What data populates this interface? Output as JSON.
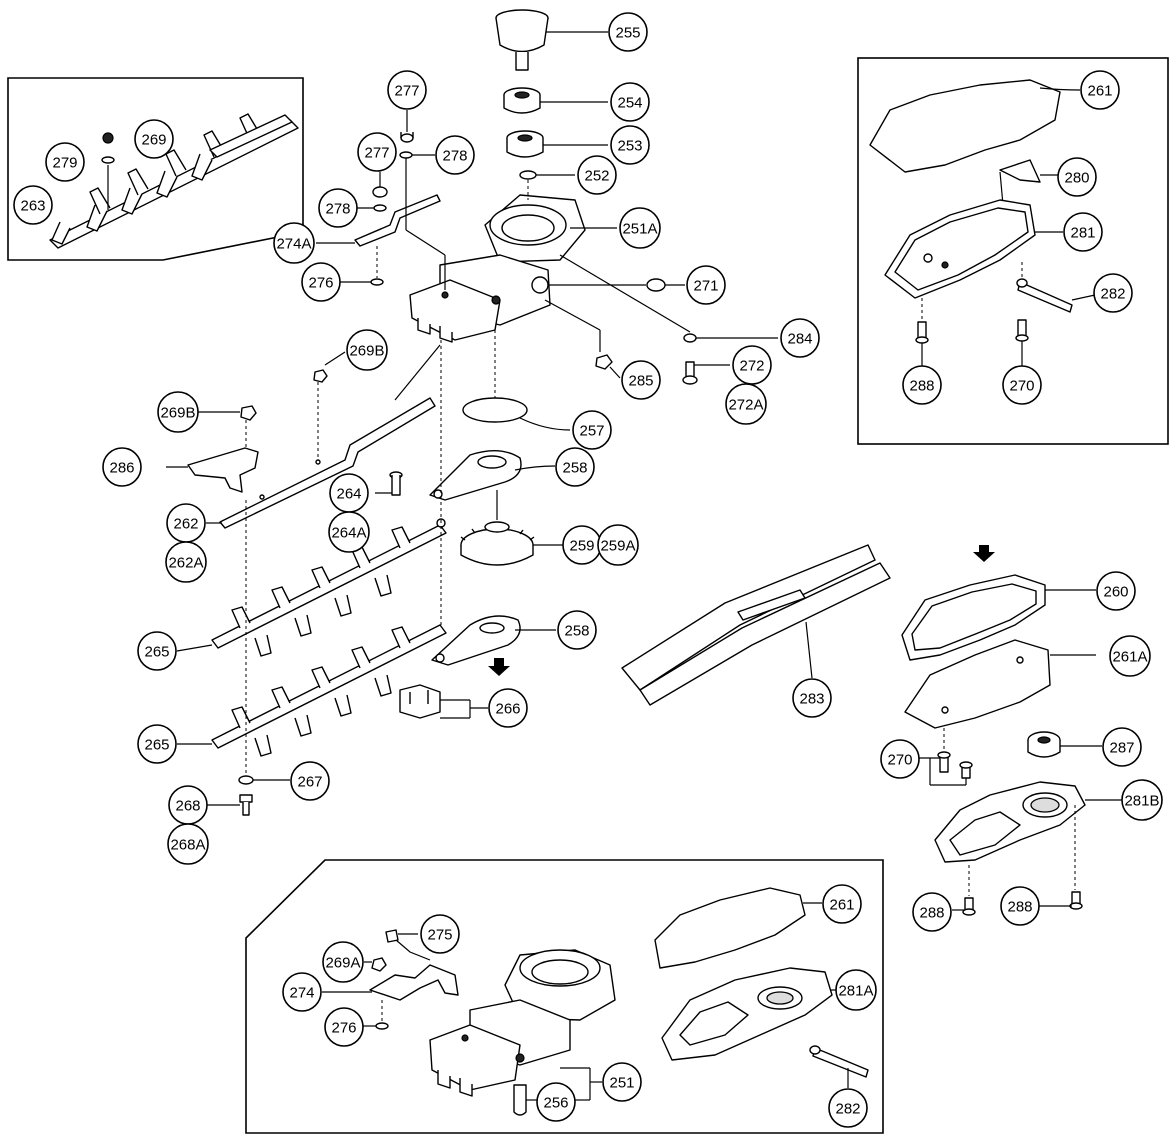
{
  "callouts": {
    "c255": "255",
    "c254": "254",
    "c253": "253",
    "c252": "252",
    "c251a": "251A",
    "c271": "271",
    "c284": "284",
    "c272": "272",
    "c272a": "272A",
    "c285": "285",
    "c257": "257",
    "c258a": "258",
    "c259": "259",
    "c259a": "259A",
    "c258b": "258",
    "c277a": "277",
    "c277b": "277",
    "c278a": "278",
    "c278b": "278",
    "c274a": "274A",
    "c276a": "276",
    "c269b1": "269B",
    "c269b2": "269B",
    "c286": "286",
    "c264": "264",
    "c264a": "264A",
    "c262": "262",
    "c262a": "262A",
    "c265a": "265",
    "c265b": "265",
    "c266": "266",
    "c267": "267",
    "c268": "268",
    "c268a": "268A",
    "c269": "269",
    "c279": "279",
    "c263": "263",
    "c261a": "261",
    "c280": "280",
    "c281": "281",
    "c282a": "282",
    "c288a": "288",
    "c270a": "270",
    "c283": "283",
    "c260": "260",
    "c261b": "261A",
    "c287": "287",
    "c270b": "270",
    "c281b": "281B",
    "c288b": "288",
    "c288c": "288",
    "c275": "275",
    "c269a": "269A",
    "c274": "274",
    "c276b": "276",
    "c251": "251",
    "c256": "256",
    "c261c": "261",
    "c281a": "281A",
    "c282b": "282"
  },
  "icons": {
    "arrow1": "down-arrow-icon",
    "arrow2": "down-arrow-icon"
  }
}
